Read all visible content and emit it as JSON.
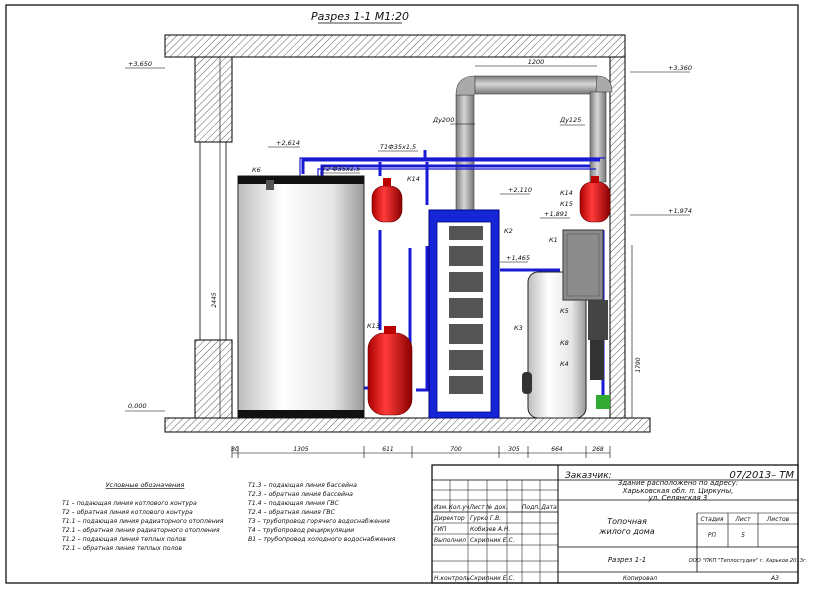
{
  "title": "Разрез 1-1 М1:20",
  "elevations": {
    "top_left": "+3,650",
    "top_right": "+3,360",
    "floor": "0,000",
    "pipe_left": "+2,614",
    "boiler_top": "+2,110",
    "k1_top": "+1,891",
    "right_mid": "+1,974",
    "tank_top": "+1,465"
  },
  "pipe_labels": {
    "t1": "Т1Ф35х1,5",
    "t2": "Т2 Ф35х1,5",
    "du200": "Ду200",
    "du125": "Ду125",
    "dim_top": "1200"
  },
  "equipment": {
    "k6": "К6",
    "k14a": "К14",
    "k14b": "К14",
    "k13": "К13",
    "k2": "К2",
    "k3": "К3",
    "k1": "К1",
    "k5": "К5",
    "k8": "К8",
    "k4": "К4",
    "k15": "К15"
  },
  "dimensions": {
    "d1": "80",
    "d2": "1305",
    "d3": "611",
    "d4": "700",
    "d5": "305",
    "d6": "664",
    "d7": "268",
    "height_left": "2445",
    "height_right": "1790"
  },
  "legend": {
    "title": "Условные обозначения",
    "col1": [
      "Т1 – подающая линия котлового контура",
      "Т2 – обратная линия котлового контура",
      "Т1.1 – подающая линия радиаторного отопления",
      "Т2.1 – обратная линия радиаторного отопления",
      "Т1.2 – подающая линия теплых полов",
      "Т2.1 – обратная линия теплых полов"
    ],
    "col2": [
      "Т1.3 – подающая линия бассейна",
      "Т2.3 – обратная линия бассейна",
      "Т1.4 – подающая линия ГВС",
      "Т2.4 – обратная линия ГВС",
      "Т3 – трубопровод горячего водоснабжения",
      "Т4 – трубопровод рециркуляции",
      "В1 – трубопровод холодного водоснабжения"
    ]
  },
  "title_block": {
    "client": "Заказчик:",
    "code": "07/2013– ТМ",
    "address": [
      "Здание расположено по адресу:",
      "Харьковская обл. п. Циркуны,",
      "ул. Селянская 3"
    ],
    "col_headers": [
      "Изм.",
      "Кол.уч",
      "Лист",
      "№ док.",
      "Подп.",
      "Дата"
    ],
    "roles": [
      {
        "role": "Директор",
        "name": "Гурко Г.В."
      },
      {
        "role": "ГИП",
        "name": "Кобизев А.Н."
      },
      {
        "role": "Выполнил",
        "name": "Скрипник Е.С."
      },
      {
        "role": "",
        "name": ""
      },
      {
        "role": "Н.контроль",
        "name": "Скрипник Е.С."
      }
    ],
    "object_name": [
      "Топочная",
      "жилого дома"
    ],
    "stage_headers": [
      "Стадия",
      "Лист",
      "Листов"
    ],
    "stage_values": [
      "РП",
      "5",
      ""
    ],
    "drawing_name": "Разрез 1-1",
    "company": "ООО \"ПКП \"Теплостудия\" г. Харьков 2013г.",
    "copied": "Копировал",
    "format": "А3"
  }
}
